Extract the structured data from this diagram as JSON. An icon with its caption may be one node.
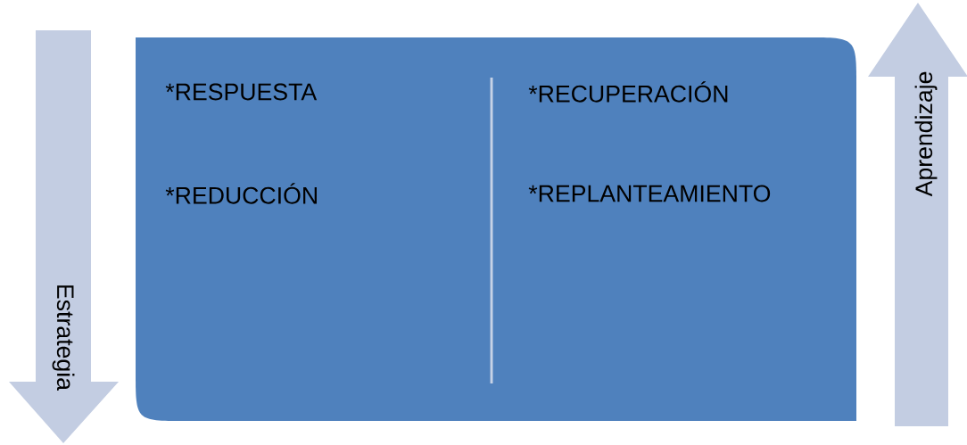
{
  "diagram": {
    "nodes": [
      {
        "text": [
          "*RESPUESTA",
          "*REDUCCIÓN",
          "*RECUPERACIÓN",
          "*REPLANTEAMIENTO"
        ]
      },
      {
        "text": [
          "Estrategia"
        ]
      },
      {
        "text": [
          "Aprendizaje"
        ]
      }
    ]
  }
}
